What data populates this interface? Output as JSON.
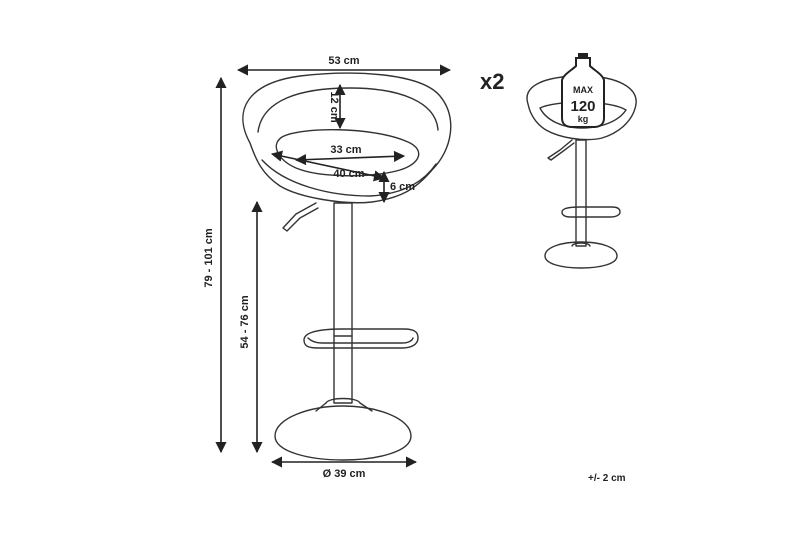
{
  "dimensions": {
    "seat_width": "53 cm",
    "back_height": "12 cm",
    "inner_width": "33 cm",
    "seat_depth": "40 cm",
    "seat_thickness": "6 cm",
    "total_height": "79 - 101 cm",
    "seat_height": "54 - 76 cm",
    "base_diameter": "Ø 39 cm"
  },
  "quantity": "x2",
  "max_load": {
    "top": "MAX",
    "value": "120",
    "unit": "kg"
  },
  "tolerance": "+/- 2 cm",
  "colors": {
    "outline": "#333333",
    "dimension_line": "#222222",
    "background": "#ffffff"
  }
}
